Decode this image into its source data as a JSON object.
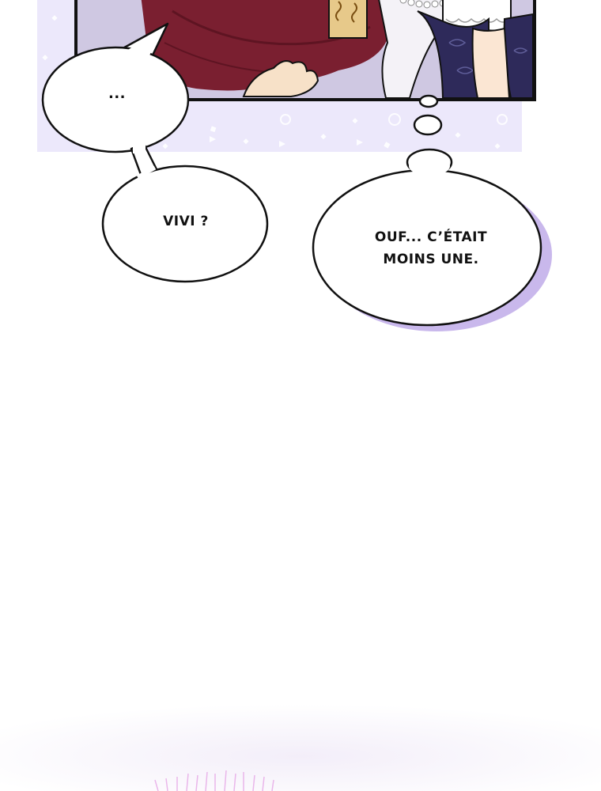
{
  "dialogue": {
    "bubble_1": "...",
    "bubble_2": "VIVI ?",
    "bubble_3_line_1": "OUF... C’ÉTAIT",
    "bubble_3_line_2": "MOINS UNE."
  },
  "colors": {
    "lavender_bg": "#ece8fb",
    "bubble_shadow": "#c9b8ec",
    "robe_crimson": "#7a1f30",
    "dress_navy": "#2e2a5a",
    "outline": "#111111"
  }
}
